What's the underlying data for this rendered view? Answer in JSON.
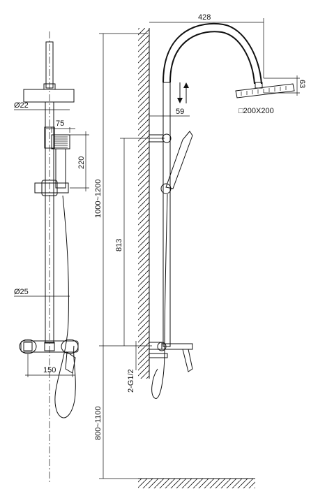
{
  "dimensions": {
    "arm_width": "428",
    "head_height": "63",
    "wall_offset": "59",
    "head_size": "□200X200",
    "head_pipe_dia": "Ø22",
    "holder_width": "75",
    "holder_height": "220",
    "total_height": "1000~1200",
    "holder_to_mixer": "813",
    "riser_dia": "Ø25",
    "mixer_depth": "150",
    "inlet_thread": "2-G1/2",
    "mixer_height": "800~1100"
  },
  "icons": {
    "flow": "up-down-arrows-icon",
    "wall": "wall-hatch-icon",
    "floor": "floor-hatch-icon"
  }
}
